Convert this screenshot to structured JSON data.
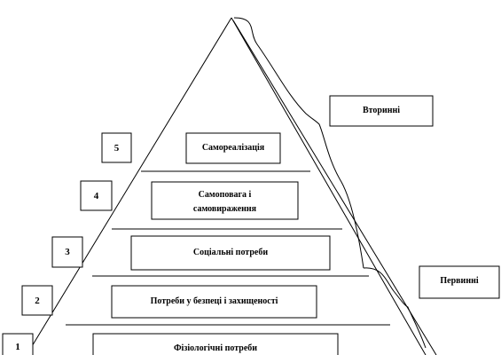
{
  "levels": [
    {
      "number": "5",
      "label_lines": [
        "Самореалізація"
      ]
    },
    {
      "number": "4",
      "label_lines": [
        "Самоповага і",
        "самовираження"
      ]
    },
    {
      "number": "3",
      "label_lines": [
        "Соціальні потреби"
      ]
    },
    {
      "number": "2",
      "label_lines": [
        "Потреби у безпеці і захищеності"
      ]
    },
    {
      "number": "1",
      "label_lines": [
        "Фізіологічні потреби"
      ]
    }
  ],
  "groups": {
    "secondary": "Вторинні",
    "primary": "Первинні"
  }
}
